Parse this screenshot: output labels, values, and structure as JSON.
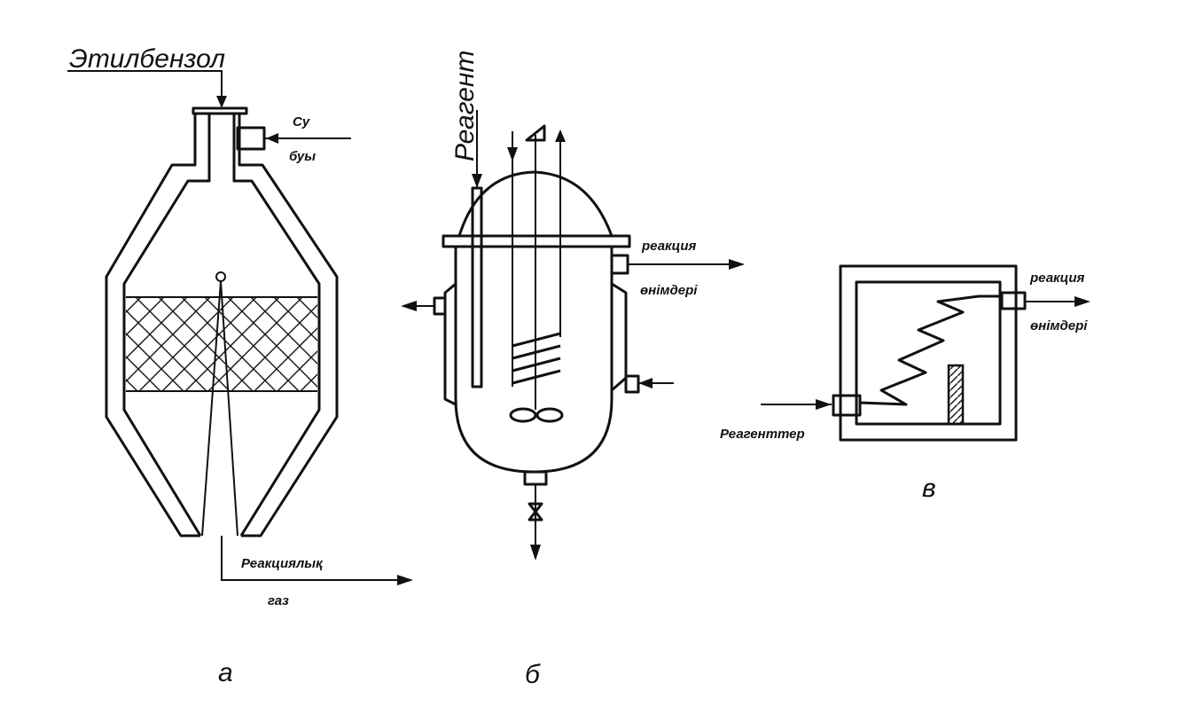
{
  "diagram_a": {
    "feed_label": "Этилбензол",
    "steam_label_line1": "Су",
    "steam_label_line2": "буы",
    "output_label_line1": "Реакциялық",
    "output_label_line2": "газ",
    "caption": "а"
  },
  "diagram_b": {
    "reagent_label": "Реагент",
    "product_label_line1": "реакция",
    "product_label_line2": "өнімдері",
    "caption": "б"
  },
  "diagram_c": {
    "product_label_line1": "реакция",
    "product_label_line2": "өнімдері",
    "reagent_label": "Реагенттер",
    "caption": "в"
  }
}
